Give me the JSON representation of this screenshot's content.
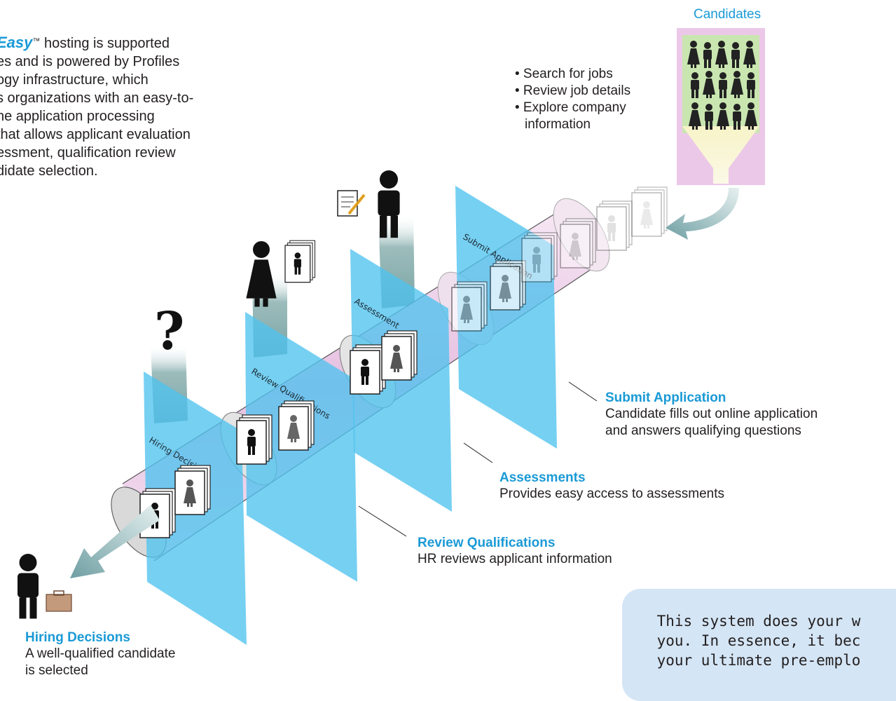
{
  "intro": {
    "brand": "Easy",
    "trademark": "™",
    "line1_rest": " hosting is supported",
    "line2": "es and is powered by Profiles",
    "line3": "ogy infrastructure, which",
    "line4": "s organizations with an easy-to-",
    "line5": "ne application processing",
    "line6": "that allows applicant evaluation",
    "line7": "essment, qualification review",
    "line8": "didate selection."
  },
  "candidates": {
    "title": "Candidates",
    "bullets": [
      "• Search for jobs",
      "• Review job details",
      "• Explore company",
      "information"
    ]
  },
  "panels": {
    "submit": "Submit Application",
    "assessment": "Assessment",
    "review": "Review Qualifications",
    "hiring": "Hiring Decision"
  },
  "steps": {
    "submit": {
      "title": "Submit Application",
      "line1": "Candidate fills out online application",
      "line2": "and answers qualifying questions"
    },
    "assessments": {
      "title": "Assessments",
      "line1": "Provides easy access to assessments"
    },
    "review": {
      "title": "Review Qualifications",
      "line1": "HR reviews applicant information"
    },
    "hiring": {
      "title": "Hiring Decisions",
      "line1": "A well-qualified candidate",
      "line2": "is selected"
    }
  },
  "callout": {
    "line1": "This system does your w",
    "line2": "you. In essence, it bec",
    "line3": "your ultimate pre-emplo"
  },
  "colors": {
    "accent": "#1a9ad6",
    "panel": "#4fc3ee",
    "tube": "#e7c6e3",
    "candidate_box": "#ecc8e8",
    "crowd_bg": "#c9e6b0",
    "callout_bg": "#d4e5f5",
    "beam": "#8fb3b3"
  }
}
